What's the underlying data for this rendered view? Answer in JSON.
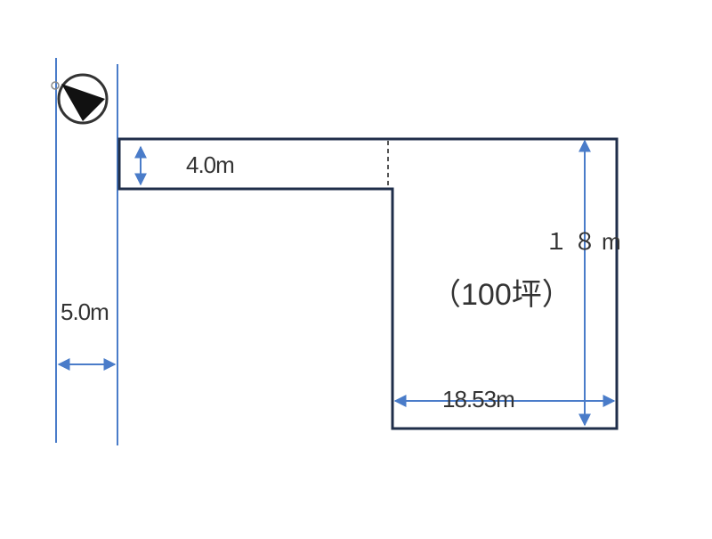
{
  "diagram": {
    "dimensions": {
      "road_width": "5.0m",
      "access_width": "4.0m",
      "depth": "１８m",
      "frontage": "18.53m"
    },
    "area_label": "（100坪）",
    "colors": {
      "outline": "#1f2e4a",
      "dimension_line": "#4a7cc9",
      "text": "#333333",
      "compass_fill": "#111111"
    },
    "icons": {
      "compass": "north-arrow-icon"
    }
  }
}
